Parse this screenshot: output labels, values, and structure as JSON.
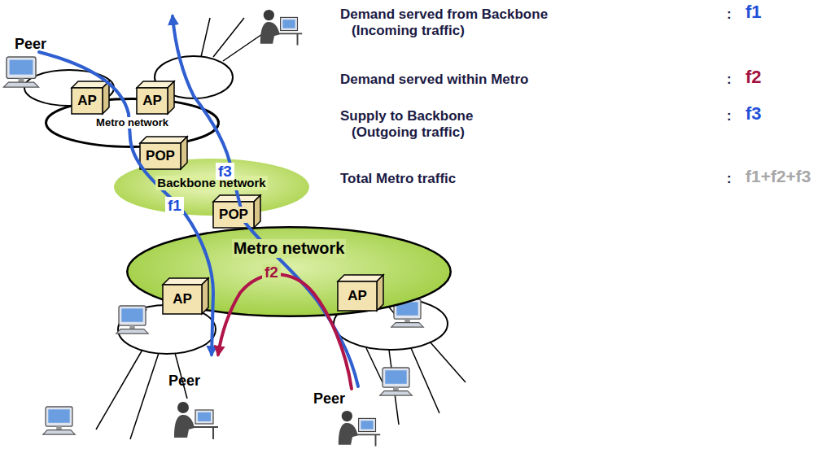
{
  "diagram": {
    "nodes": [
      {
        "text": [
          "AP"
        ]
      },
      {
        "text": [
          "AP"
        ]
      },
      {
        "text": [
          "Metro network"
        ]
      },
      {
        "text": [
          "POP"
        ]
      },
      {
        "text": [
          "Backbone network"
        ]
      },
      {
        "text": [
          "POP"
        ]
      },
      {
        "text": [
          "Metro network"
        ]
      },
      {
        "text": [
          "AP"
        ]
      },
      {
        "text": [
          "AP"
        ]
      }
    ],
    "labels": [
      "Peer",
      "f3",
      "f1",
      "f2",
      "Peer",
      "Peer",
      "Demand served from Backbone (Incoming traffic)",
      ":",
      "f1",
      "Demand served within Metro",
      ":",
      "f2",
      "Supply to Backbone (Outgoing traffic)",
      ":",
      "f3",
      "Total Metro traffic",
      ":",
      "f1+f2+f3"
    ]
  }
}
